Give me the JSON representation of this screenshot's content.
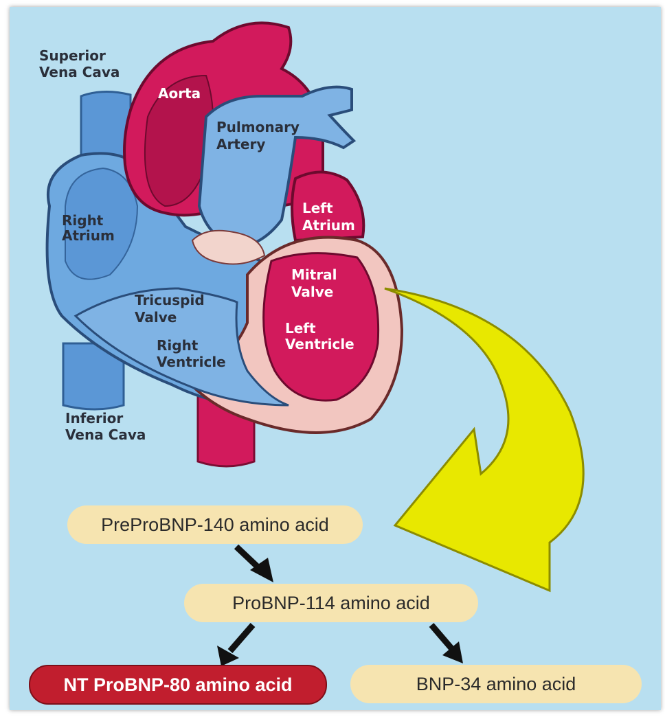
{
  "labels": {
    "superior_vena_cava": [
      "Superior",
      "Vena Cava"
    ],
    "aorta": "Aorta",
    "pulmonary_artery": [
      "Pulmonary",
      "Artery"
    ],
    "right_atrium": [
      "Right",
      "Atrium"
    ],
    "left_atrium": [
      "Left",
      "Atrium"
    ],
    "mitral_valve": [
      "Mitral",
      "Valve"
    ],
    "tricuspid_valve": [
      "Tricuspid",
      "Valve"
    ],
    "left_ventricle": [
      "Left",
      "Ventricle"
    ],
    "right_ventricle": [
      "Right",
      "Ventricle"
    ],
    "inferior_vena_cava": [
      "Inferior",
      "Vena Cava"
    ]
  },
  "pathway": {
    "prepro": "PreProBNP-140 amino acid",
    "pro": "ProBNP-114 amino acid",
    "nt": "NT ProBNP-80 amino acid",
    "bnp": "BNP-34 amino acid"
  },
  "colors": {
    "background": "#b8dff0",
    "heart_red": "#d21a5c",
    "heart_blue": "#6ea9e0",
    "muscle": "#f2c6c0",
    "arrow_yellow": "#e8e800",
    "pill_cream": "#f6e4b0",
    "pill_red": "#c11e2e"
  }
}
